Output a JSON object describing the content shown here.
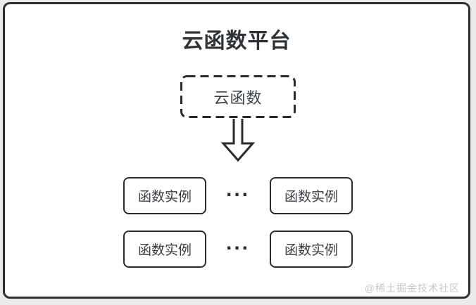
{
  "diagram": {
    "title": "云函数平台",
    "cloud_function_box": {
      "label": "云函数"
    },
    "arrow": {
      "direction": "down"
    },
    "instance_rows": [
      {
        "left": "函数实例",
        "ellipsis": "...",
        "right": "函数实例"
      },
      {
        "left": "函数实例",
        "ellipsis": "...",
        "right": "函数实例"
      }
    ],
    "watermark": "@稀土掘金技术社区",
    "colors": {
      "frame_border": "#2f2f2f",
      "box_border": "#2b2b2b",
      "text": "#3a3e42",
      "title_text": "#2f3337",
      "background": "#ffffff",
      "outer_background": "#ebebeb",
      "watermark_text": "#c8c8c8"
    }
  }
}
